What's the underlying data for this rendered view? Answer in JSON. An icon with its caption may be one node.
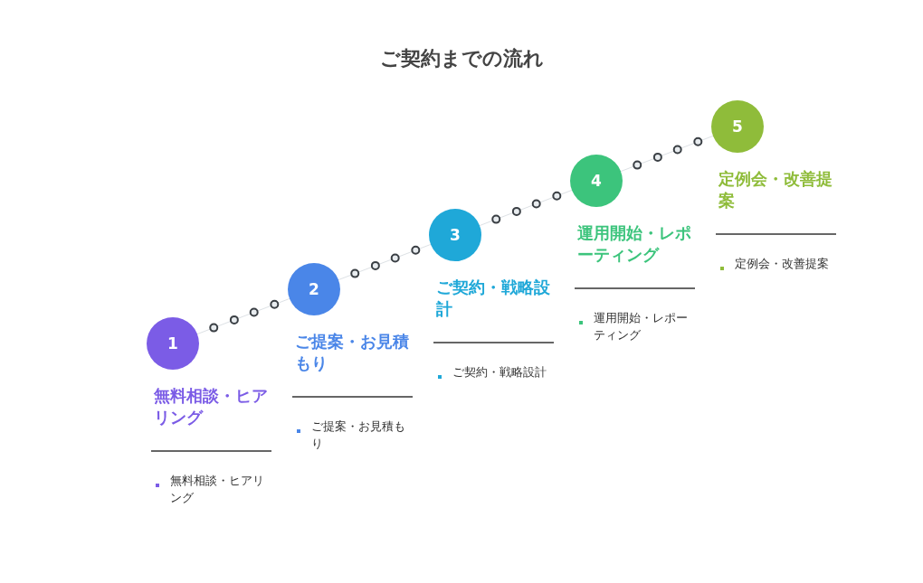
{
  "diagram": {
    "title": "ご契約までの流れ",
    "nodes": [
      {
        "text": [
          "1"
        ],
        "beside": [
          "無料相談・ヒアリング"
        ]
      },
      {
        "text": [
          "2"
        ],
        "beside": [
          "ご提案・お見積もり"
        ]
      },
      {
        "text": [
          "3"
        ],
        "beside": [
          "ご契約・戦略設計"
        ]
      },
      {
        "text": [
          "4"
        ],
        "beside": [
          "運用開始・レポーティング"
        ]
      },
      {
        "text": [
          "5"
        ],
        "beside": [
          "定例会・改善提案"
        ]
      }
    ],
    "edges": [
      {
        "from": 0,
        "to": 1,
        "arrow": "none"
      },
      {
        "from": 1,
        "to": 2,
        "arrow": "none"
      },
      {
        "from": 2,
        "to": 3,
        "arrow": "none"
      },
      {
        "from": 3,
        "to": 4,
        "arrow": "none"
      }
    ],
    "labels": [
      "無料相談・ヒアリング",
      "ご提案・お見積もり",
      "ご契約・戦略設計",
      "運用開始・レポーティング",
      "定例会・改善提案"
    ]
  }
}
